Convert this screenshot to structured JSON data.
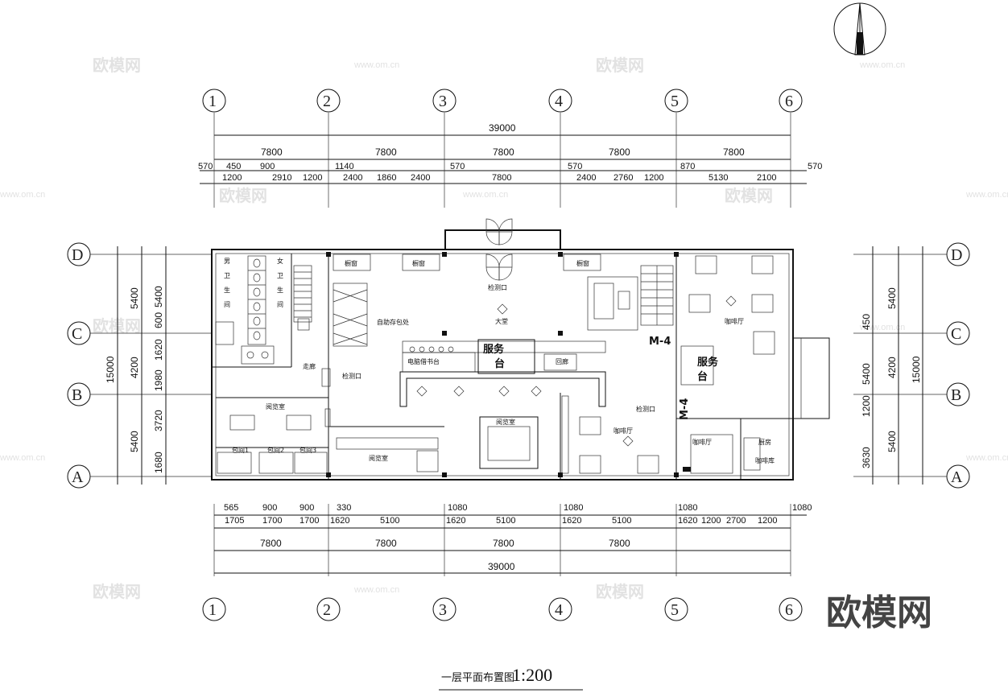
{
  "drawing": {
    "title": "一层平面布置图",
    "scale": "1:200"
  },
  "grid": {
    "columns": [
      "1",
      "2",
      "3",
      "4",
      "5",
      "6"
    ],
    "rows": [
      "D",
      "C",
      "B",
      "A"
    ]
  },
  "dims": {
    "top_total": "39000",
    "top_bays": [
      "7800",
      "7800",
      "7800",
      "7800",
      "7800"
    ],
    "top_row3": [
      "570",
      "450",
      "900",
      "1140",
      "570",
      "570",
      "870",
      "570"
    ],
    "top_row4": [
      "1200",
      "2910",
      "1200",
      "2400",
      "1860",
      "2400",
      "7800",
      "2400",
      "2760",
      "1200",
      "5130",
      "2100"
    ],
    "bottom_row1": [
      "565",
      "900",
      "900",
      "330",
      "1080",
      "1080",
      "1080",
      "1080"
    ],
    "bottom_row2": [
      "1705",
      "1700",
      "1700",
      "1620",
      "5100",
      "1620",
      "5100",
      "1620",
      "5100",
      "1620",
      "1200",
      "2700",
      "1200"
    ],
    "bottom_bays": [
      "7800",
      "7800",
      "7800",
      "7800"
    ],
    "bottom_total": "39000",
    "left_outer": [
      "5400",
      "4200",
      "5400"
    ],
    "left_total": "15000",
    "left_inner": [
      "5400",
      "600",
      "1620",
      "1980",
      "3720",
      "1680"
    ],
    "right_outer": [
      "5400",
      "4200",
      "5400"
    ],
    "right_total": "15000",
    "right_inner": [
      "450",
      "5400",
      "1200",
      "3630"
    ]
  },
  "rooms": {
    "male_toilet": [
      "男",
      "卫",
      "生",
      "间"
    ],
    "female_toilet": [
      "女",
      "卫",
      "生",
      "间"
    ],
    "corridor": "走廊",
    "check_left": "检测口",
    "self_storage": "自助存包处",
    "showcase": [
      "橱窗",
      "橱窗",
      "橱窗"
    ],
    "check_top": "检测口",
    "hall": "大堂",
    "counter_left": "电脑借书台",
    "service_a": "服务",
    "service_a2": "台",
    "corridor2": "回廊",
    "m4": "M-4",
    "reading_top": "阅览室",
    "rooms_small": [
      "包间1",
      "包间2",
      "包间3"
    ],
    "reading_bottom": "阅览室",
    "reading_center": "阅览室",
    "cafe_center": "咖啡厅",
    "check_right": "检测口",
    "cafe_right": "咖啡厅",
    "service_b": "服务",
    "service_b2": "台",
    "cafe_small": "咖啡厅",
    "kitchen": "厨房",
    "cafe_stock": "咖啡库",
    "m4b": "M-4"
  },
  "watermark": {
    "text": "欧模网",
    "url": "www.om.cn",
    "brand": "欧模网"
  }
}
